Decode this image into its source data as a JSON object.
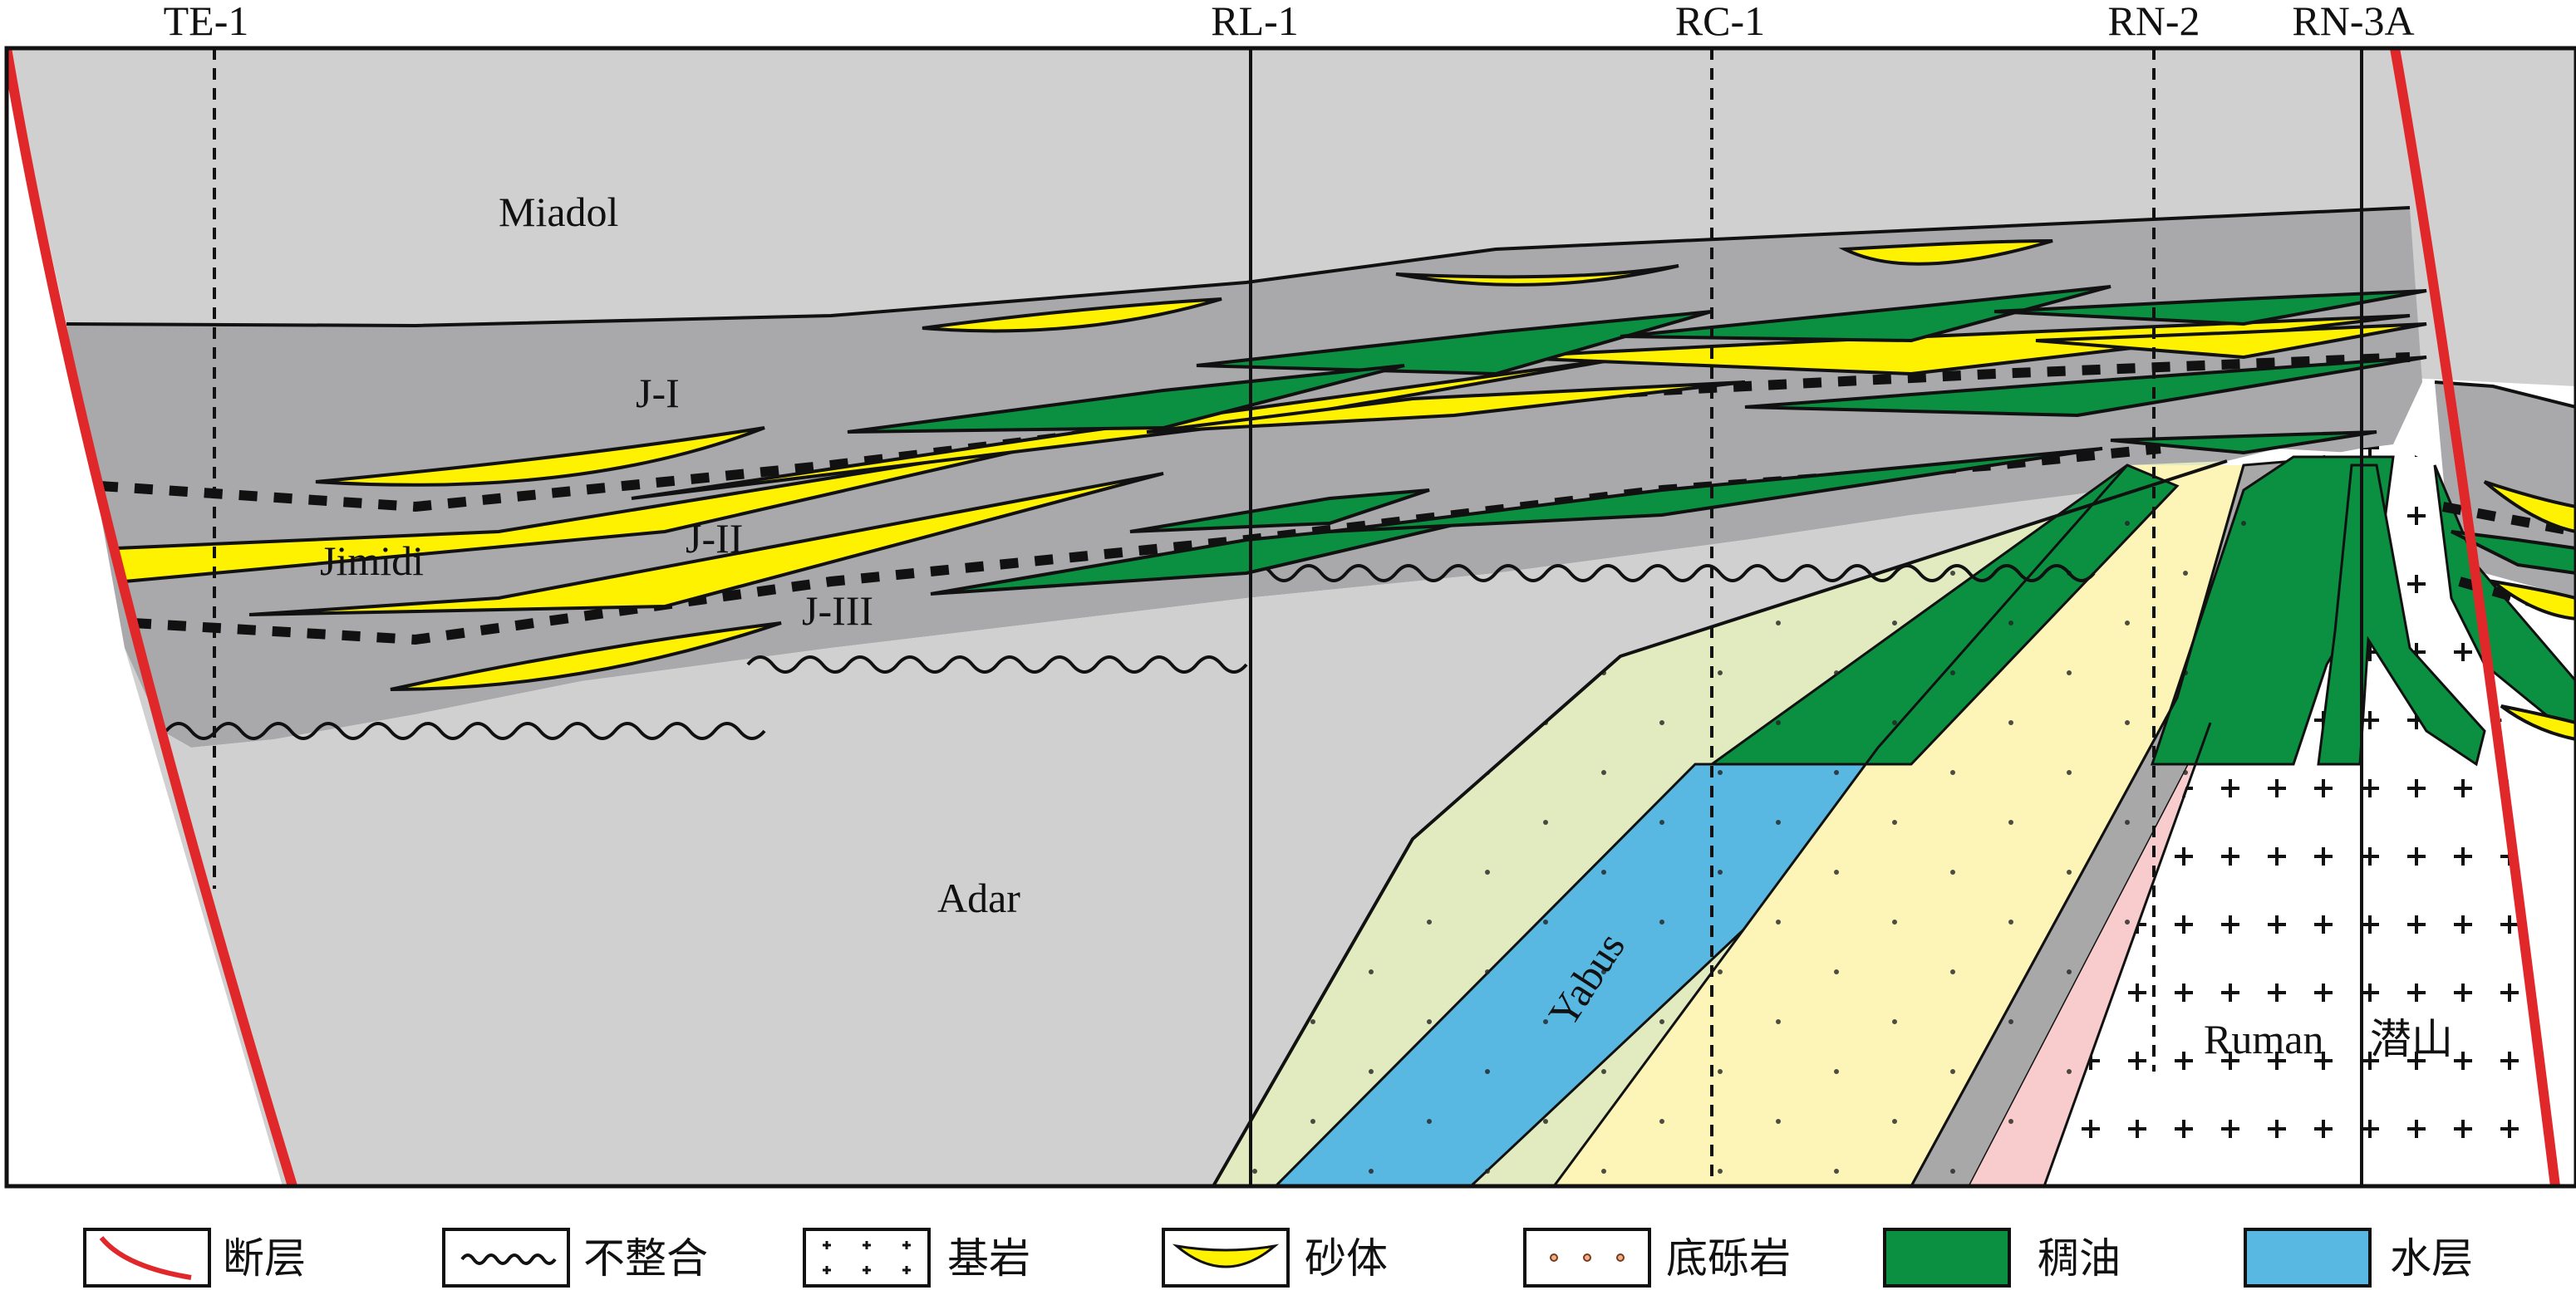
{
  "wells": [
    {
      "id": "te1",
      "name": "TE-1"
    },
    {
      "id": "rl1",
      "name": "RL-1"
    },
    {
      "id": "rc1",
      "name": "RC-1"
    },
    {
      "id": "rn2",
      "name": "RN-2"
    },
    {
      "id": "rn3a",
      "name": "RN-3A"
    }
  ],
  "formations": {
    "miadol": "Miadol",
    "ji": "J-I",
    "jimidi": "Jimidi",
    "jii": "J-II",
    "jiii": "J-III",
    "adar": "Adar",
    "yabus": "Yabus",
    "ruman": "Ruman",
    "buried_hill": "潜山"
  },
  "legend": [
    {
      "key": "fault",
      "label": "断层"
    },
    {
      "key": "unconformity",
      "label": "不整合"
    },
    {
      "key": "bedrock",
      "label": "基岩"
    },
    {
      "key": "sand_body",
      "label": "砂体"
    },
    {
      "key": "basal_conglomerate",
      "label": "底砾岩"
    },
    {
      "key": "heavy_oil",
      "label": "稠油"
    },
    {
      "key": "water_layer",
      "label": "水层"
    }
  ],
  "colors": {
    "fault": "#e0282a",
    "shale_light": "#d0d0d1",
    "shale_dark": "#a9a9ab",
    "sand": "#fff200",
    "heavy_oil": "#0a9040",
    "water": "#59b8e2",
    "yabus_pale_green": "#e1ebbf",
    "yabus_pale_yellow": "#fdf5b8",
    "ruman_pink": "#f8cccc",
    "ruman_gray": "#a8a8a8"
  }
}
